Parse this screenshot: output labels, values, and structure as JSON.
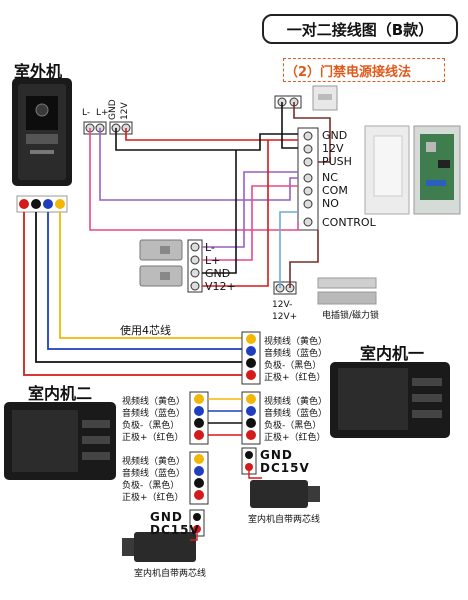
{
  "title": "一对二接线图（B款）",
  "subtitle": "（2）门禁电源接线法",
  "outdoor": {
    "label": "室外机",
    "terminals": [
      "L-",
      "L+",
      "GND",
      "12V"
    ]
  },
  "power": {
    "labels": [
      "GND",
      "12V",
      "PUSH",
      "NC",
      "COM",
      "NO",
      "CONTROL"
    ]
  },
  "lock": {
    "labels": [
      "L-",
      "L+",
      "GND",
      "V12+"
    ]
  },
  "strike": {
    "labels": [
      "12V-",
      "12V+"
    ],
    "name": "电插锁/磁力锁"
  },
  "cable_note": "使用4芯线",
  "indoor1": {
    "label": "室内机一",
    "wires": [
      "视频线（黄色）",
      "音频线（蓝色）",
      "负极-（黑色）",
      "正极+（红色）"
    ]
  },
  "indoor2": {
    "label": "室内机二",
    "wires_a": [
      "视频线（黄色）",
      "音频线（蓝色）",
      "负极-（黑色）",
      "正极+（红色）"
    ],
    "wires_b": [
      "视频线（黄色）",
      "音频线（蓝色）",
      "负极-（黑色）",
      "正极+（红色）"
    ]
  },
  "adapter1": {
    "gnd": "GND",
    "dc": "DC15V",
    "caption": "室内机自带两芯线"
  },
  "adapter2": {
    "gnd": "GND",
    "dc": "DC15V",
    "caption": "室内机自带两芯线"
  },
  "colors": {
    "yellow": "#f2b705",
    "blue": "#1f3fbf",
    "black": "#111111",
    "red": "#d41b1b",
    "purple": "#9a5fc4",
    "pink": "#e64a8a",
    "brown": "#7a2b2b",
    "lightblue": "#6fa8dc"
  }
}
